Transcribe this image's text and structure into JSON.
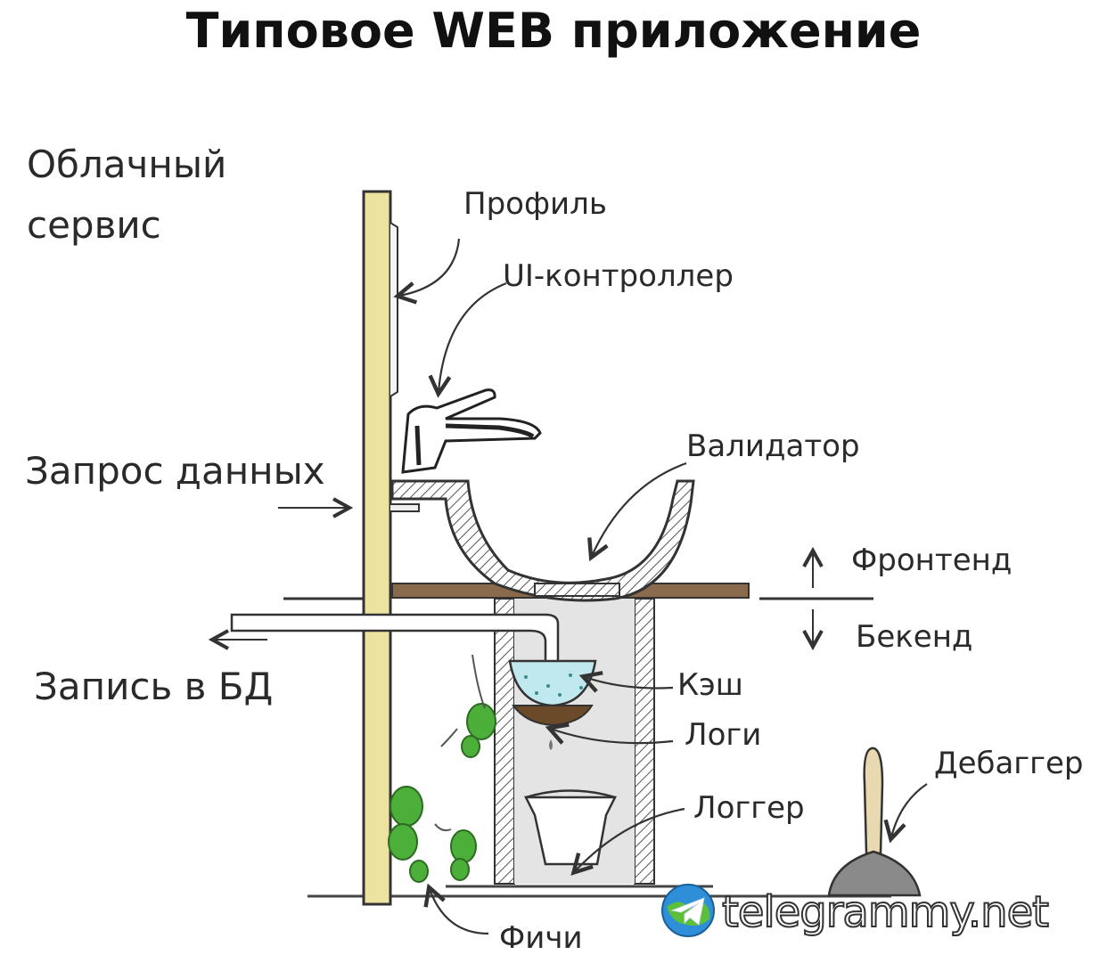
{
  "title": "Типовое WEB приложение",
  "labels": {
    "cloud_line1": "Облачный",
    "cloud_line2": "сервис",
    "profile": "Профиль",
    "ui_controller": "UI-контроллер",
    "data_request": "Запрос данных",
    "validator": "Валидатор",
    "frontend": "Фронтенд",
    "backend": "Бекенд",
    "db_write": "Запись в БД",
    "cache": "Кэш",
    "logs": "Логи",
    "logger": "Логгер",
    "debugger": "Дебаггер",
    "features": "Фичи"
  },
  "watermark": "telegrammy.net",
  "colors": {
    "wall": "#ece3a0",
    "shelf": "#8a6a4c",
    "cache_water": "#bfe9ee",
    "logs_fill": "#6b4a2a",
    "bugs": "#4caf3a",
    "plunger_handle": "#e9d9b0",
    "plunger_cup": "#8a8a8a",
    "pipe_inner": "#d8d8d8"
  }
}
